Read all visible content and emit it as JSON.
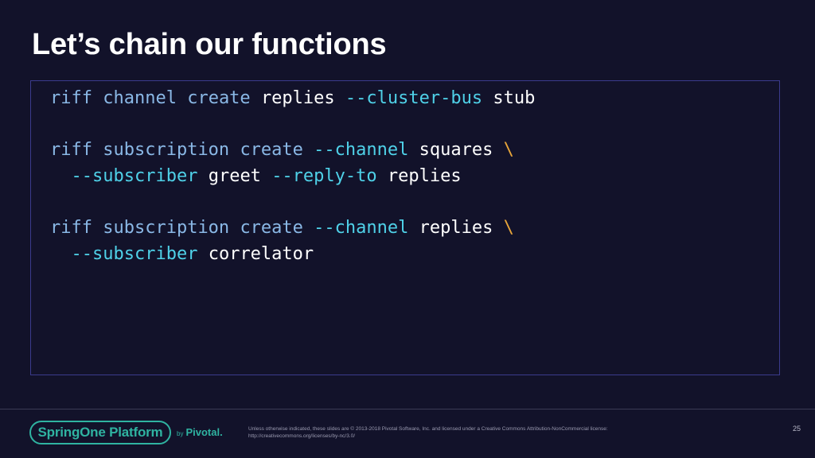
{
  "slide": {
    "title": "Let’s chain our functions"
  },
  "code": {
    "line1": {
      "cmd": "riff",
      "sub": "channel",
      "verb": "create",
      "arg": "replies",
      "flag": "--cluster-bus",
      "val": "stub"
    },
    "line2": {
      "cmd": "riff",
      "sub": "subscription",
      "verb": "create",
      "flag": "--channel",
      "val": "squares",
      "cont": "\\"
    },
    "line3": {
      "flag1": "--subscriber",
      "val1": "greet",
      "flag2": "--reply-to",
      "val2": "replies"
    },
    "line4": {
      "cmd": "riff",
      "sub": "subscription",
      "verb": "create",
      "flag": "--channel",
      "val": "replies",
      "cont": "\\"
    },
    "line5": {
      "flag": "--subscriber",
      "val": "correlator"
    }
  },
  "footer": {
    "logo": "SpringOne Platform",
    "by": "by",
    "brand": "Pivotal.",
    "license": "Unless otherwise indicated, these slides are © 2013-2018 Pivotal Software, Inc. and licensed under a Creative Commons Attribution-NonCommercial license: http://creativecommons.org/licenses/by-nc/3.0/",
    "page_number": "25"
  },
  "colors": {
    "background": "#12122a",
    "keyword": "#8ab8e6",
    "flag": "#4fd1e8",
    "continuation": "#e8a53a",
    "brand": "#2fb3a1"
  }
}
